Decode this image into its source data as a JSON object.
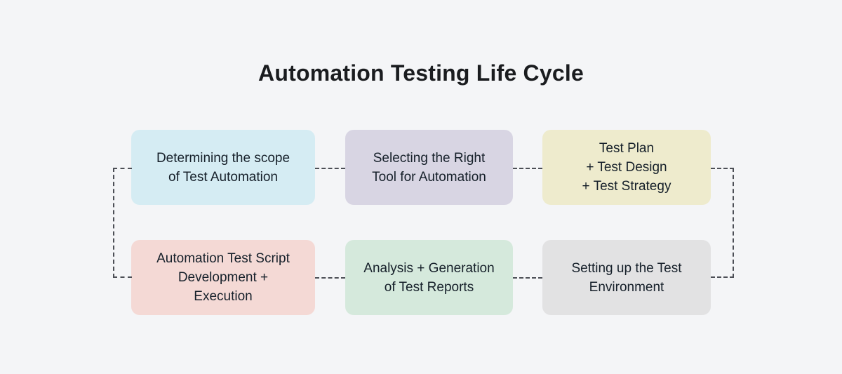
{
  "page": {
    "background_color": "#f4f5f7",
    "text_color": "#16202a",
    "connector_color": "#4c4f56",
    "connector_style": "dashed"
  },
  "diagram": {
    "title": "Automation Testing Life Cycle",
    "steps": [
      {
        "id": "determining-scope",
        "label": "Determining the scope\nof Test Automation",
        "color": "#d5ecf3",
        "row": 1,
        "col": 1
      },
      {
        "id": "selecting-tool",
        "label": "Selecting the Right\nTool for Automation",
        "color": "#d8d5e3",
        "row": 1,
        "col": 2
      },
      {
        "id": "test-plan",
        "label": "Test Plan\n+ Test Design\n+ Test Strategy",
        "color": "#eeebcd",
        "row": 1,
        "col": 3
      },
      {
        "id": "script-development",
        "label": "Automation Test Script\nDevelopment +\nExecution",
        "color": "#f4d9d5",
        "row": 2,
        "col": 1
      },
      {
        "id": "analysis-reports",
        "label": "Analysis + Generation\nof Test Reports",
        "color": "#d5e9dc",
        "row": 2,
        "col": 2
      },
      {
        "id": "setup-environment",
        "label": "Setting up the Test\nEnvironment",
        "color": "#e2e2e3",
        "row": 2,
        "col": 3
      }
    ]
  }
}
